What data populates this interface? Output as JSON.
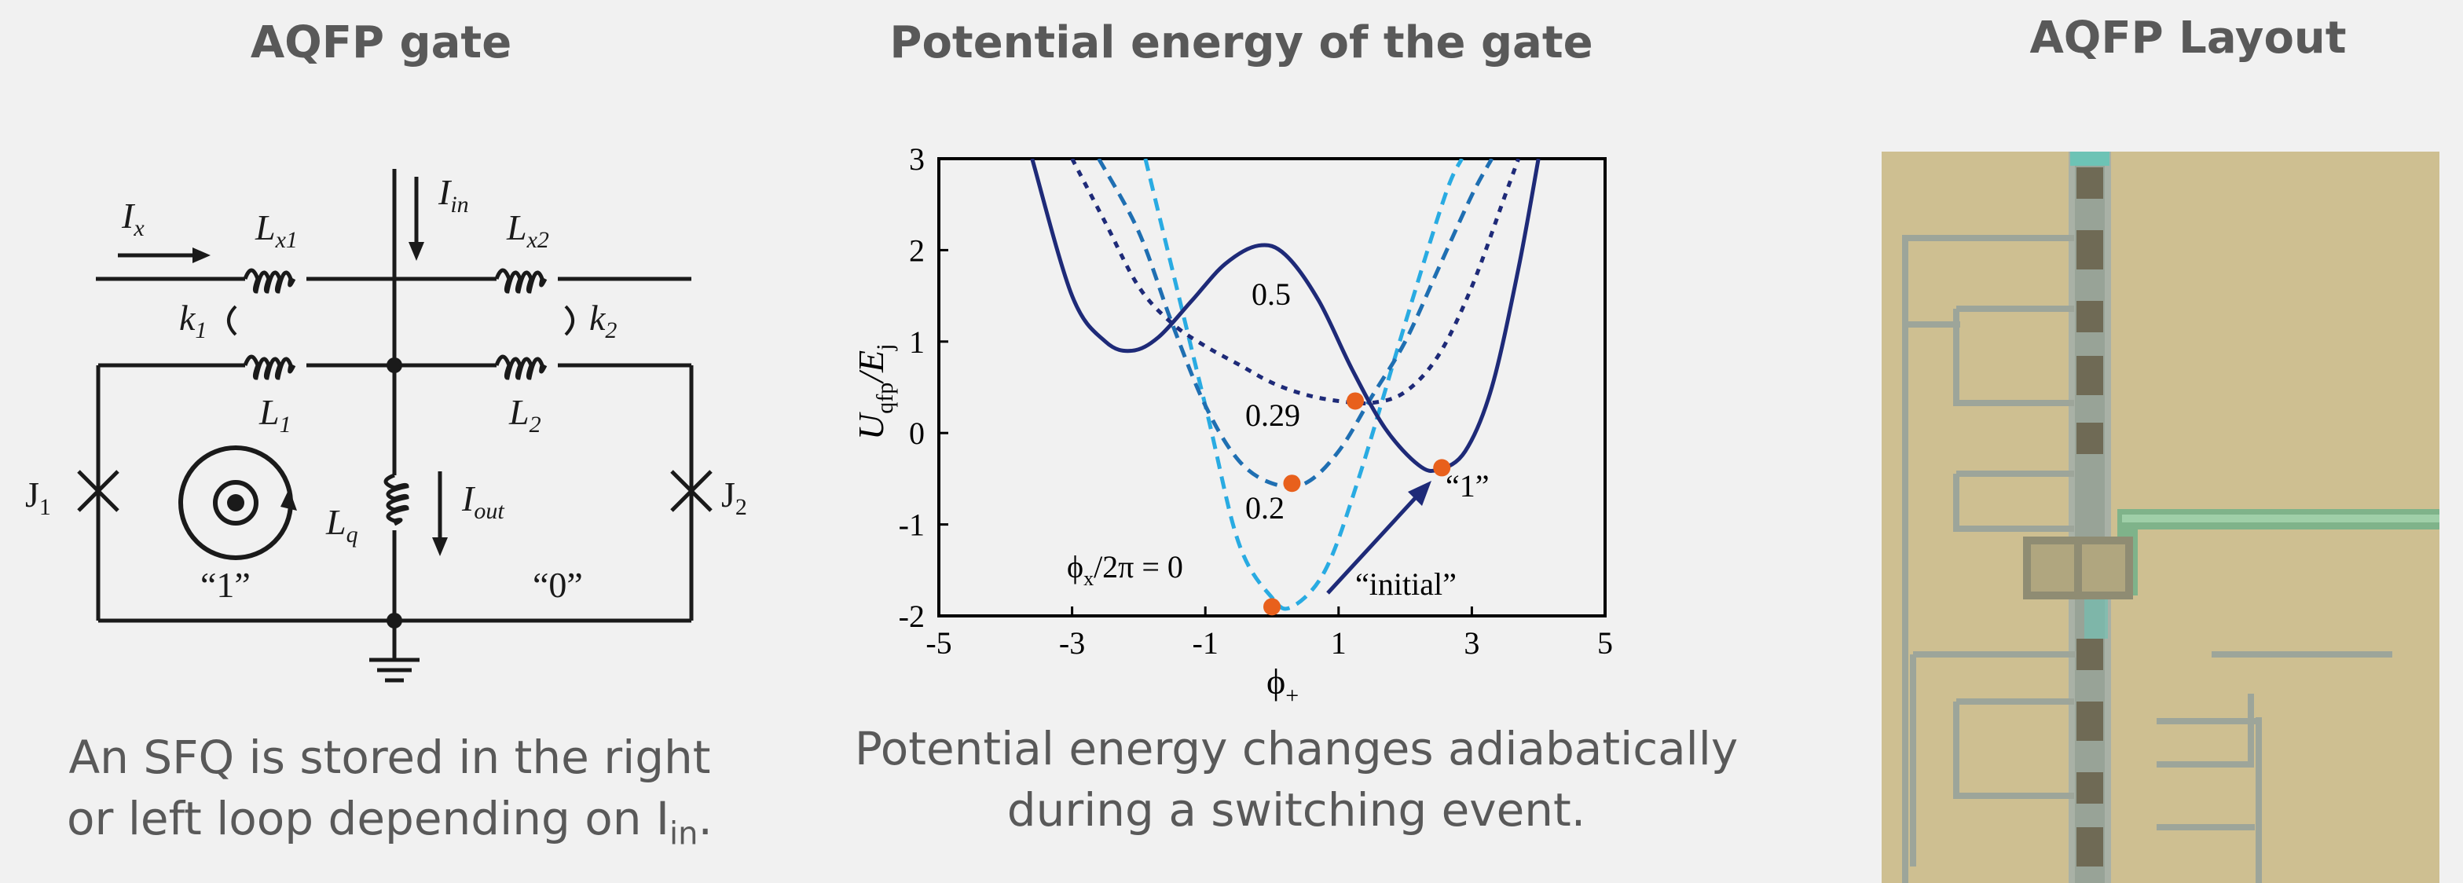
{
  "headings": {
    "left": "AQFP gate",
    "middle": "Potential energy of the gate",
    "right": "AQFP Layout"
  },
  "captions": {
    "left_line1": "An SFQ is stored in the right",
    "left_line2_prefix": "or left loop depending on I",
    "left_line2_sub": "in",
    "left_line2_suffix": ".",
    "middle_line1": "Potential energy changes adiabatically",
    "middle_line2": "during a switching event."
  },
  "circuit": {
    "ix": "I",
    "ix_sub": "x",
    "iin": "I",
    "iin_sub": "in",
    "iout": "I",
    "iout_sub": "out",
    "lx1": "L",
    "lx1_sub": "x1",
    "lx2": "L",
    "lx2_sub": "x2",
    "l1": "L",
    "l1_sub": "1",
    "l2": "L",
    "l2_sub": "2",
    "lq": "L",
    "lq_sub": "q",
    "k1": "k",
    "k1_sub": "1",
    "k2": "k",
    "k2_sub": "2",
    "j1": "J",
    "j1_sub": "1",
    "j2": "J",
    "j2_sub": "2",
    "state_one": "“1”",
    "state_zero": "“0”"
  },
  "chart_data": {
    "type": "line",
    "xlabel": "ϕ",
    "xlabel_sub": "+",
    "ylabel": "U",
    "ylabel_sub": "qfp",
    "ylabel_tail": "/E",
    "ylabel_tail_sub": "j",
    "xlim": [
      -5,
      5
    ],
    "ylim": [
      -2,
      3
    ],
    "xticks": [
      -5,
      -3,
      -1,
      1,
      3,
      5
    ],
    "yticks": [
      3,
      2,
      1,
      0,
      -1,
      -2
    ],
    "series": [
      {
        "name": "ϕx/2π = 0",
        "style": "dashed",
        "color": "#29abe2",
        "x": [
          -1.9,
          -1.0,
          -0.5,
          0.0,
          0.3,
          0.8,
          1.3,
          2.0,
          2.6,
          2.85
        ],
        "y": [
          3.0,
          0.3,
          -1.2,
          -1.8,
          -1.9,
          -1.5,
          -0.5,
          1.2,
          2.6,
          3.0
        ]
      },
      {
        "name": "0.2",
        "style": "dashed",
        "color": "#1f6fb2",
        "x": [
          -2.6,
          -2.0,
          -1.5,
          -1.0,
          -0.5,
          0.0,
          0.5,
          1.0,
          1.5,
          2.0,
          2.5,
          3.0,
          3.3
        ],
        "y": [
          3.0,
          2.2,
          1.2,
          0.3,
          -0.3,
          -0.55,
          -0.55,
          -0.2,
          0.4,
          1.0,
          1.8,
          2.6,
          3.0
        ]
      },
      {
        "name": "0.29",
        "style": "dashed",
        "color": "#1e2a78",
        "x": [
          -3.0,
          -2.5,
          -2.0,
          -1.5,
          -1.0,
          -0.5,
          0.0,
          0.5,
          1.0,
          1.5,
          2.0,
          2.5,
          3.0,
          3.5,
          3.7
        ],
        "y": [
          3.0,
          2.3,
          1.6,
          1.2,
          0.95,
          0.75,
          0.55,
          0.42,
          0.35,
          0.33,
          0.45,
          0.85,
          1.6,
          2.6,
          3.0
        ]
      },
      {
        "name": "0.5",
        "style": "solid",
        "color": "#1e2a78",
        "x": [
          -3.6,
          -3.0,
          -2.5,
          -2.1,
          -1.7,
          -1.2,
          -0.7,
          -0.2,
          0.2,
          0.7,
          1.2,
          1.7,
          2.2,
          2.5,
          2.9,
          3.3,
          3.7,
          4.0
        ],
        "y": [
          3.0,
          1.5,
          1.0,
          0.9,
          1.05,
          1.45,
          1.85,
          2.05,
          1.95,
          1.45,
          0.7,
          0.05,
          -0.35,
          -0.4,
          -0.2,
          0.5,
          1.8,
          3.0
        ]
      }
    ],
    "markers": [
      {
        "x": 0.0,
        "y": -1.9
      },
      {
        "x": 0.3,
        "y": -0.55
      },
      {
        "x": 1.25,
        "y": 0.35
      },
      {
        "x": 2.55,
        "y": -0.38
      }
    ],
    "annotations": {
      "phi_label": "ϕ",
      "phi_sub": "x",
      "phi_tail": "/2π = 0",
      "label_02": "0.2",
      "label_029": "0.29",
      "label_05": "0.5",
      "label_one": "“1”",
      "label_initial": "“initial”"
    }
  },
  "colors": {
    "marker": "#e8601c",
    "axis": "#000000",
    "wire": "#1a1a1a",
    "photo_bg": "#c9b88a",
    "photo_metal": "#a9b1a6",
    "photo_green": "#7fb38a"
  }
}
